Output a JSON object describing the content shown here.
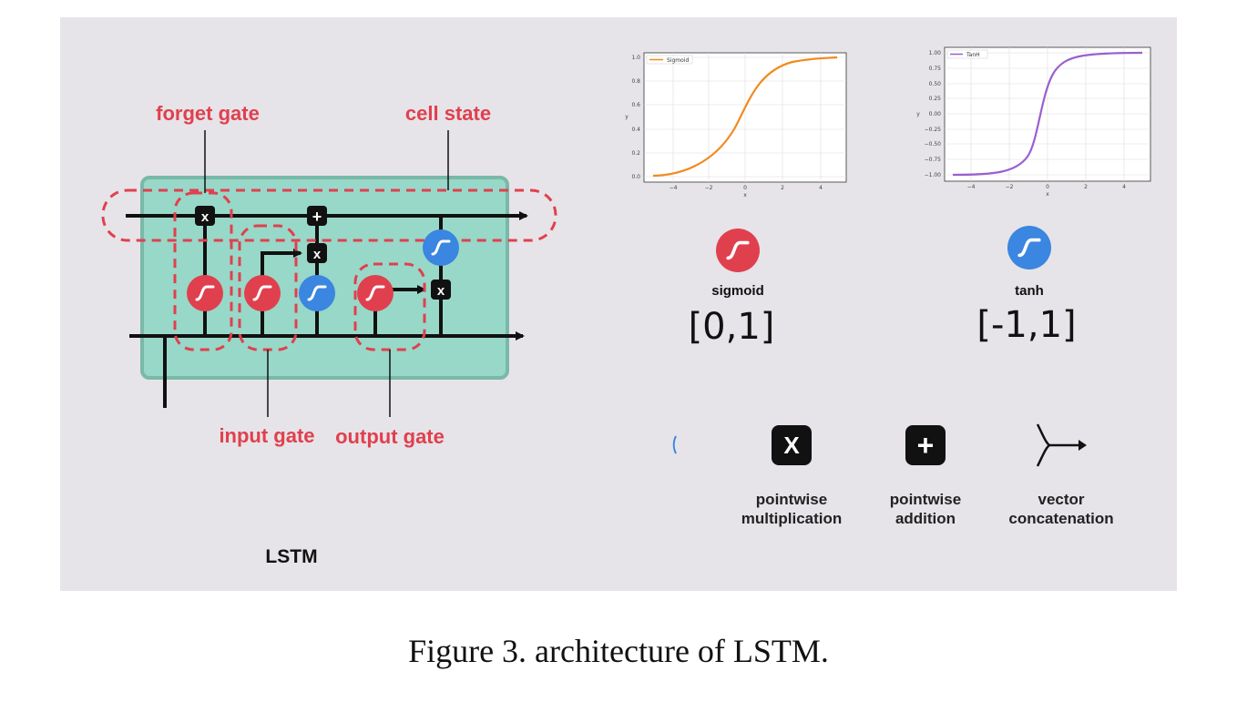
{
  "labels": {
    "forget_gate": "forget gate",
    "cell_state": "cell state",
    "input_gate": "input gate",
    "output_gate": "output gate",
    "lstm": "LSTM"
  },
  "activations": {
    "sigmoid": {
      "name": "sigmoid",
      "range": "[0,1]",
      "legend": "Sigmoid",
      "color": "#e0404e",
      "curve_color": "#f28a1f"
    },
    "tanh": {
      "name": "tanh",
      "range": "[-1,1]",
      "legend": "TanH",
      "color": "#3a86e0",
      "curve_color": "#9a5fd0"
    }
  },
  "plots": {
    "sigmoid": {
      "x_axis_label": "x",
      "y_axis_label": "y",
      "x_ticks": [
        "−4",
        "−2",
        "0",
        "2",
        "4"
      ],
      "y_ticks": [
        "0.0",
        "0.2",
        "0.4",
        "0.6",
        "0.8",
        "1.0"
      ]
    },
    "tanh": {
      "x_axis_label": "x",
      "y_axis_label": "y",
      "x_ticks": [
        "−4",
        "−2",
        "0",
        "2",
        "4"
      ],
      "y_ticks": [
        "1.00",
        "0.75",
        "0.50",
        "0.25",
        "0.00",
        "−0.25",
        "−0.50",
        "−0.75",
        "−1.00"
      ]
    }
  },
  "legend_ops": {
    "multiply_symbol": "X",
    "add_symbol": "+",
    "multiply_label_1": "pointwise",
    "multiply_label_2": "multiplication",
    "add_label_1": "pointwise",
    "add_label_2": "addition",
    "concat_label_1": "vector",
    "concat_label_2": "concatenation"
  },
  "caption": "Figure 3. architecture of LSTM."
}
